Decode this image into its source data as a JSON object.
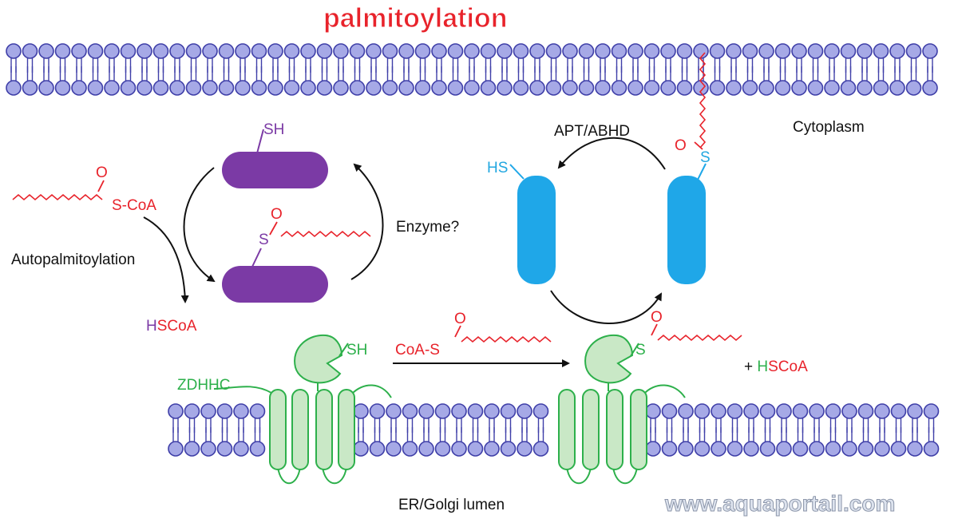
{
  "title": "palmitoylation",
  "labels": {
    "cytoplasm": "Cytoplasm",
    "lumen": "ER/Golgi lumen",
    "apt_abhd": "APT/ABHD",
    "enzyme": "Enzyme?",
    "autopalmitoylation": "Autopalmitoylation",
    "zdhhc": "ZDHHC",
    "s_coa": "S-CoA",
    "coa_s": "CoA-S",
    "sh_purple": "SH",
    "s_purple": "S",
    "o": "O",
    "hs_blue": "HS",
    "s_blue": "S",
    "sh_green": "SH",
    "s_green": "S",
    "hscoa_left_h": "H",
    "hscoa_left_rest": "SCoA",
    "plus_hscoa_plus": "+ ",
    "plus_hscoa_h": "H",
    "plus_hscoa_rest": "SCoA"
  },
  "watermark": "www.aquaportail.com",
  "colors": {
    "membrane_head": "#a6a9e6",
    "membrane_stroke": "#3f3fa8",
    "purple_protein": "#7b3aa5",
    "blue_protein": "#1fa7e8",
    "zdhhc_green": "#2db04b",
    "zdhhc_fill": "#c9e8c6",
    "lipid_red": "#e8232b"
  }
}
